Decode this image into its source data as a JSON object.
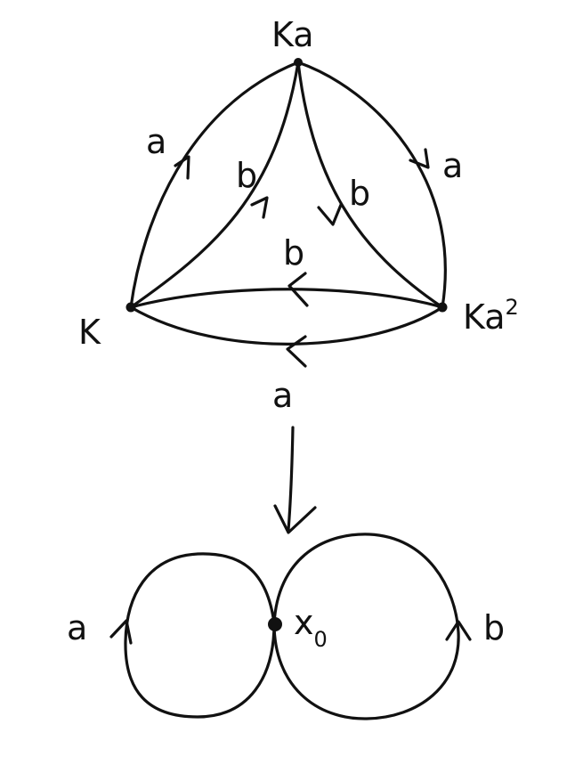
{
  "graph": {
    "vertices": [
      {
        "id": "K",
        "label": "K"
      },
      {
        "id": "Ka",
        "label": "Ka"
      },
      {
        "id": "Ka2",
        "label": "Ka",
        "superscript": "2"
      }
    ],
    "edges": [
      {
        "from": "K",
        "to": "Ka",
        "label": "a"
      },
      {
        "from": "Ka",
        "to": "Ka2",
        "label": "a"
      },
      {
        "from": "Ka2",
        "to": "K",
        "label": "a"
      },
      {
        "from": "K",
        "to": "Ka",
        "label": "b"
      },
      {
        "from": "Ka",
        "to": "Ka2",
        "label": "b"
      },
      {
        "from": "Ka2",
        "to": "K",
        "label": "b"
      }
    ]
  },
  "base_space": {
    "basepoint": {
      "label": "x",
      "subscript": "0"
    },
    "loops": [
      {
        "label": "a"
      },
      {
        "label": "b"
      }
    ]
  },
  "color": "#111111"
}
